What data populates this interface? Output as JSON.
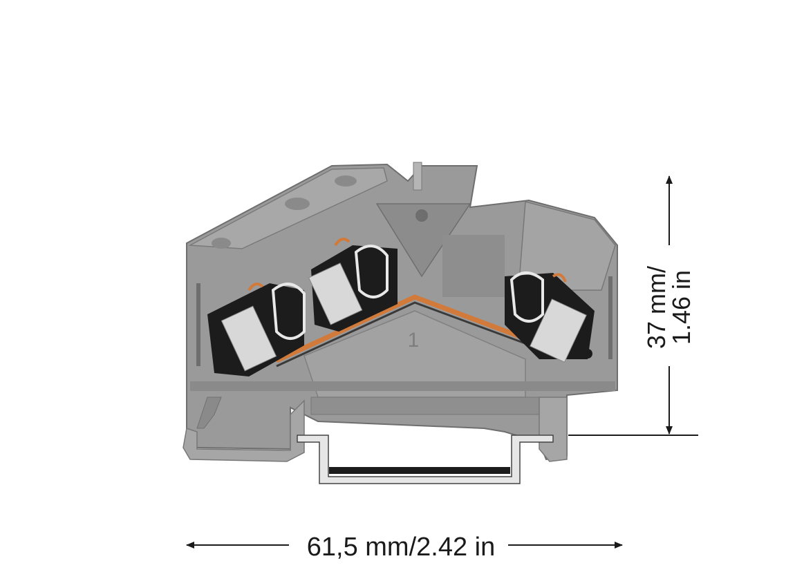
{
  "diagram": {
    "subject": "terminal-block",
    "marking_label": "1",
    "colors": {
      "housing": "#9a9a9a",
      "housing_dark": "#7c7c7c",
      "housing_light": "#b0b0b0",
      "clamp_metal": "#d8d8d8",
      "busbar": "#d27a3a",
      "rail": "#e6e6e6",
      "dimension_line": "#1a1a1a"
    }
  },
  "dimensions": {
    "width_label": "61,5 mm/2.42 in",
    "height_label_line1": "37 mm/",
    "height_label_line2": "1.46 in"
  }
}
